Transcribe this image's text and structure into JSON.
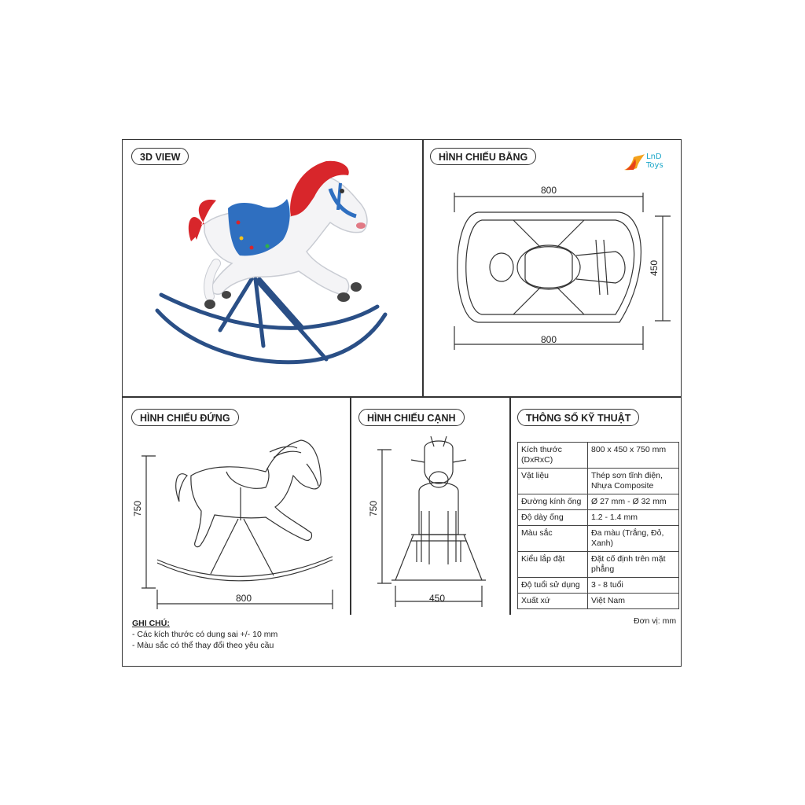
{
  "sections": {
    "view3d": "3D VIEW",
    "top": "HÌNH CHIẾU BẰNG",
    "front": "HÌNH CHIẾU ĐỨNG",
    "side": "HÌNH CHIẾU CẠNH",
    "specs": "THÔNG SỐ KỸ THUẬT"
  },
  "logo": {
    "line1": "LnD",
    "line2": "Toys"
  },
  "dimensions": {
    "top_width_top": "800",
    "top_width_bottom": "800",
    "top_depth": "450",
    "front_height": "750",
    "front_width": "800",
    "side_height": "750",
    "side_width": "450"
  },
  "specs": [
    {
      "label": "Kích thước (DxRxC)",
      "value": "800 x 450 x 750 mm"
    },
    {
      "label": "Vật liệu",
      "value": "Thép sơn tĩnh điện, Nhựa Composite"
    },
    {
      "label": "Đường kính ống",
      "value": "Ø 27 mm - Ø 32 mm"
    },
    {
      "label": "Độ dày ống",
      "value": "1.2 - 1.4 mm"
    },
    {
      "label": "Màu sắc",
      "value": "Đa màu (Trắng, Đỏ, Xanh)"
    },
    {
      "label": "Kiểu lắp đặt",
      "value": "Đặt cố định trên mặt phẳng"
    },
    {
      "label": "Độ tuổi sử dụng",
      "value": "3 - 8 tuổi"
    },
    {
      "label": "Xuất xứ",
      "value": "Việt Nam"
    }
  ],
  "unit_note": "Đơn vị: mm",
  "notes": {
    "heading": "GHI CHÚ:",
    "line1": "- Các kích thước có dung sai +/- 10 mm",
    "line2": "- Màu sắc có thể thay đổi theo yêu cầu"
  },
  "colors": {
    "horse_body": "#f4f4f6",
    "mane": "#d8262b",
    "saddle": "#2f6fc0",
    "frame": "#2a4f86"
  }
}
